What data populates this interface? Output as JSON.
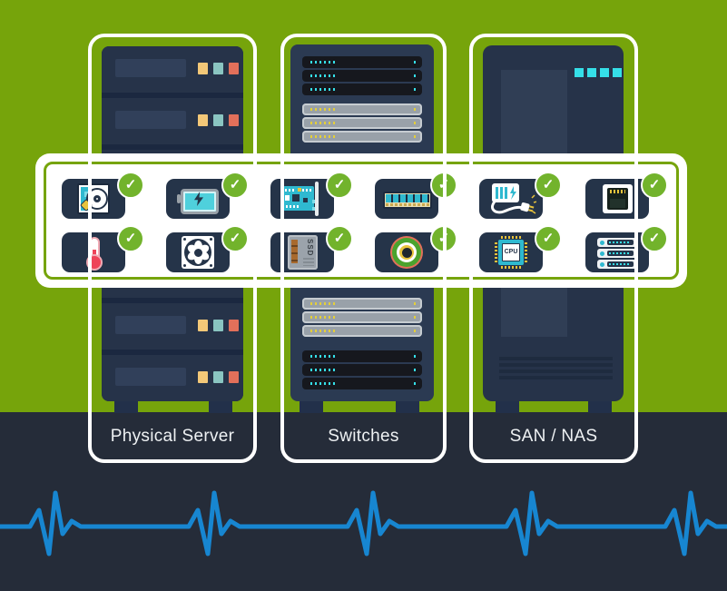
{
  "scene": {
    "type": "hardware-monitoring-infographic"
  },
  "panels": [
    {
      "label": "Physical Server"
    },
    {
      "label": "Switches"
    },
    {
      "label": "SAN / NAS"
    }
  ],
  "tiles": {
    "check_glyph": "✓",
    "status_all": "ok",
    "row1": [
      "hard-drive",
      "battery",
      "network-card",
      "memory",
      "power-supply",
      "ethernet-port"
    ],
    "row2": [
      "temperature",
      "fan",
      "ssd",
      "optical-port",
      "cpu",
      "server-stack"
    ],
    "ssd_label": "SSD",
    "cpu_label": "CPU"
  },
  "colors": {
    "background_green": "#76a40b",
    "background_dark": "#252c39",
    "cabinet_navy": "#263349",
    "tile_navy": "#253449",
    "badge_green": "#72b32c",
    "heartbeat_blue": "#1786d1",
    "accent_cyan": "#2fb9d0",
    "led_cyan": "#35dfe8",
    "led_yellow": "#e4cf3a",
    "square_yellow": "#f3c878",
    "square_teal": "#8ac5c1",
    "square_red": "#e2705a"
  }
}
